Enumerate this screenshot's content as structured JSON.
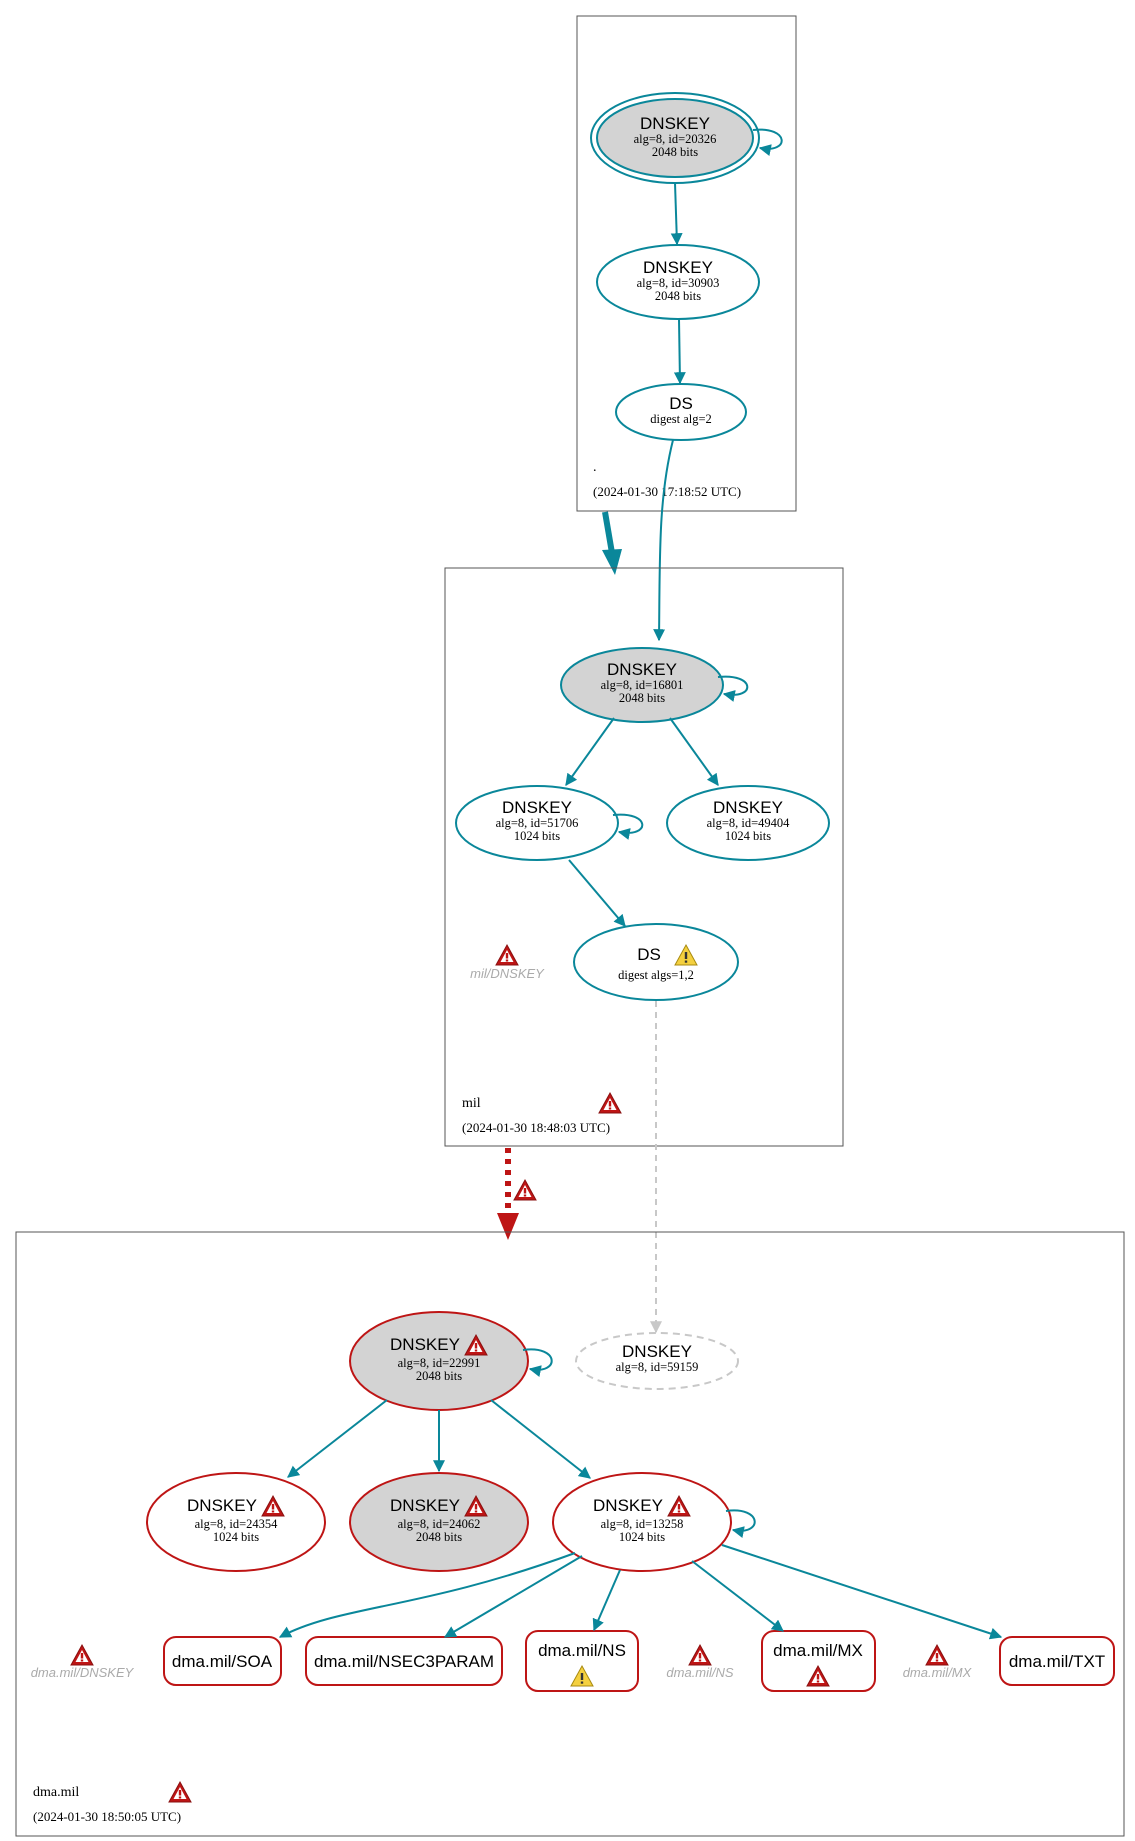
{
  "colors": {
    "secure": "#0a879a",
    "bogus": "#be1515",
    "insecure_grey": "#c8c8c8",
    "sep_fill": "#d3d3d3",
    "warning_yellow": "#f4d03f",
    "error_red": "#be1515"
  },
  "zones": {
    "root": {
      "name": ".",
      "timestamp": "(2024-01-30 17:18:52 UTC)"
    },
    "mil": {
      "name": "mil",
      "timestamp": "(2024-01-30 18:48:03 UTC)"
    },
    "dma": {
      "name": "dma.mil",
      "timestamp": "(2024-01-30 18:50:05 UTC)"
    }
  },
  "nodes": {
    "root_ksk": {
      "title": "DNSKEY",
      "line1": "alg=8, id=20326",
      "line2": "2048 bits"
    },
    "root_zsk": {
      "title": "DNSKEY",
      "line1": "alg=8, id=30903",
      "line2": "2048 bits"
    },
    "root_ds": {
      "title": "DS",
      "line1": "digest alg=2"
    },
    "mil_ksk": {
      "title": "DNSKEY",
      "line1": "alg=8, id=16801",
      "line2": "2048 bits"
    },
    "mil_k1": {
      "title": "DNSKEY",
      "line1": "alg=8, id=51706",
      "line2": "1024 bits"
    },
    "mil_k2": {
      "title": "DNSKEY",
      "line1": "alg=8, id=49404",
      "line2": "1024 bits"
    },
    "mil_ds": {
      "title": "DS",
      "line1": "digest algs=1,2"
    },
    "dma_ksk": {
      "title": "DNSKEY",
      "line1": "alg=8, id=22991",
      "line2": "2048 bits"
    },
    "dma_missing": {
      "title": "DNSKEY",
      "line1": "alg=8, id=59159"
    },
    "dma_k1": {
      "title": "DNSKEY",
      "line1": "alg=8, id=24354",
      "line2": "1024 bits"
    },
    "dma_k2": {
      "title": "DNSKEY",
      "line1": "alg=8, id=24062",
      "line2": "2048 bits"
    },
    "dma_k3": {
      "title": "DNSKEY",
      "line1": "alg=8, id=13258",
      "line2": "1024 bits"
    }
  },
  "rrsets": {
    "soa": "dma.mil/SOA",
    "nsec3param": "dma.mil/NSEC3PARAM",
    "ns": "dma.mil/NS",
    "mx": "dma.mil/MX",
    "txt": "dma.mil/TXT"
  },
  "faded_labels": {
    "mil_dnskey": "mil/DNSKEY",
    "dma_dnskey": "dma.mil/DNSKEY",
    "dma_ns": "dma.mil/NS",
    "dma_mx": "dma.mil/MX"
  },
  "icons": {
    "error": "error-triangle-icon",
    "warning": "warning-triangle-icon"
  }
}
